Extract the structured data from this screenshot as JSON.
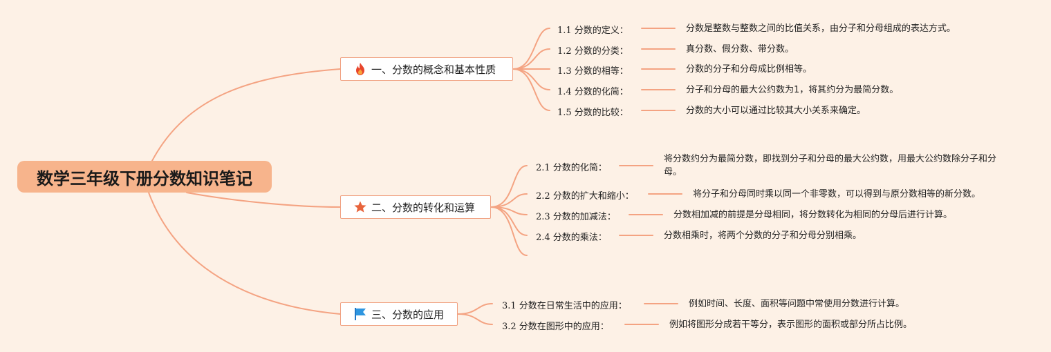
{
  "title": "数学三年级下册分数知识笔记",
  "colors": {
    "background": "#fdf1e6",
    "line": "#f4a382",
    "root": "#f7b48c"
  },
  "branches": [
    {
      "icon": "fire-icon",
      "label": "一、分数的概念和基本性质",
      "items": [
        {
          "label": "1.1 分数的定义：",
          "text": "分数是整数与整数之间的比值关系，由分子和分母组成的表达方式。"
        },
        {
          "label": "1.2 分数的分类：",
          "text": "真分数、假分数、带分数。"
        },
        {
          "label": "1.3 分数的相等：",
          "text": "分数的分子和分母成比例相等。"
        },
        {
          "label": "1.4 分数的化简：",
          "text": "分子和分母的最大公约数为1，将其约分为最简分数。"
        },
        {
          "label": "1.5 分数的比较：",
          "text": "分数的大小可以通过比较其大小关系来确定。"
        }
      ]
    },
    {
      "icon": "star-icon",
      "label": "二、分数的转化和运算",
      "items": [
        {
          "label": "2.1 分数的化简：",
          "text": "将分数约分为最简分数，即找到分子和分母的最大公约数，用最大公约数除分子和分母。"
        },
        {
          "label": "2.2 分数的扩大和缩小：",
          "text": "将分子和分母同时乘以同一个非零数，可以得到与原分数相等的新分数。"
        },
        {
          "label": "2.3 分数的加减法：",
          "text": "分数相加减的前提是分母相同，将分数转化为相同的分母后进行计算。"
        },
        {
          "label": "2.4 分数的乘法：",
          "text": "分数相乘时，将两个分数的分子和分母分别相乘。"
        }
      ]
    },
    {
      "icon": "flag-icon",
      "label": "三、分数的应用",
      "items": [
        {
          "label": "3.1 分数在日常生活中的应用：",
          "text": "例如时间、长度、面积等问题中常使用分数进行计算。"
        },
        {
          "label": "3.2 分数在图形中的应用：",
          "text": "例如将图形分成若干等分，表示图形的面积或部分所占比例。"
        }
      ]
    }
  ]
}
